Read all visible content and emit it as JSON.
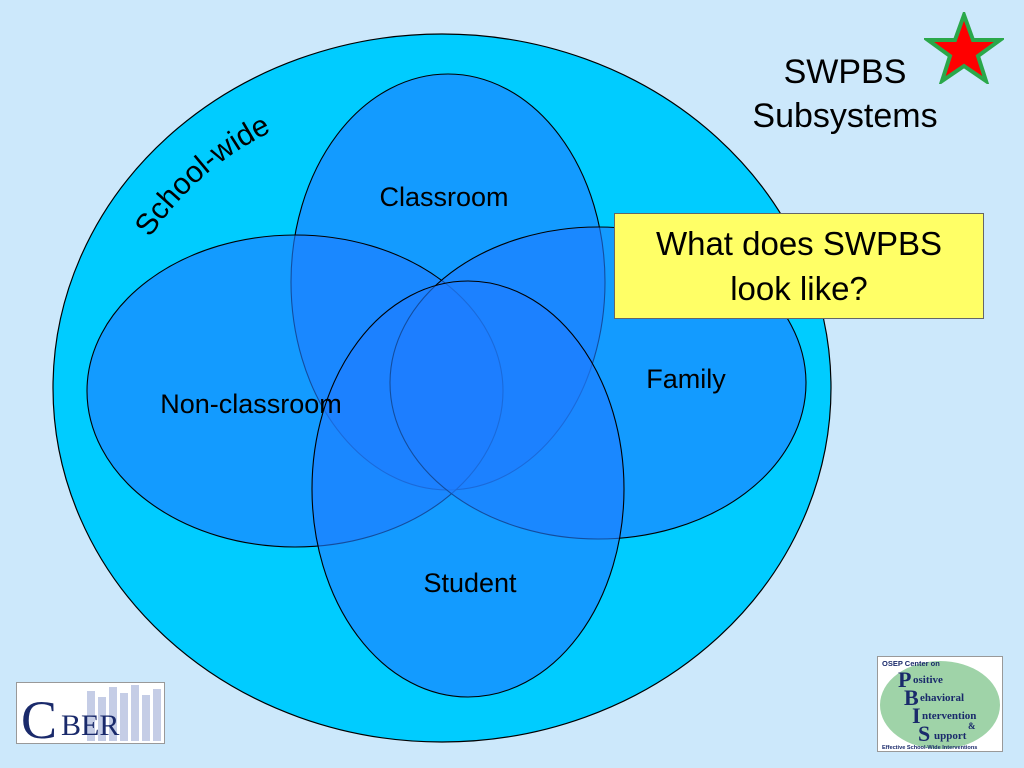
{
  "title": {
    "line1": "SWPBS",
    "line2": "Subsystems"
  },
  "callout": {
    "line1": "What does SWPBS",
    "line2": "look like?"
  },
  "outer_circle_label": "School-wide",
  "subsystems": {
    "classroom": "Classroom",
    "non_classroom": "Non-classroom",
    "family": "Family",
    "student": "Student"
  },
  "logos": {
    "cber": {
      "initial": "C",
      "rest": "BER"
    },
    "pbis": {
      "top": "OSEP Center on",
      "p": "P",
      "p_rest": "ositive",
      "b": "B",
      "b_rest": "ehavioral",
      "i": "I",
      "i_rest": "ntervention",
      "amp": "&",
      "s": "S",
      "s_rest": "upport",
      "bottom": "Effective School-Wide Interventions"
    }
  },
  "colors": {
    "background": "#cce8fb",
    "outer_circle": "#00ccff",
    "ellipse_fill": "#1e90ff",
    "overlap_fill": "#2f6ef5",
    "callout_fill": "#ffff66",
    "star_fill": "#ff0000",
    "star_outline": "#2aa84a"
  }
}
